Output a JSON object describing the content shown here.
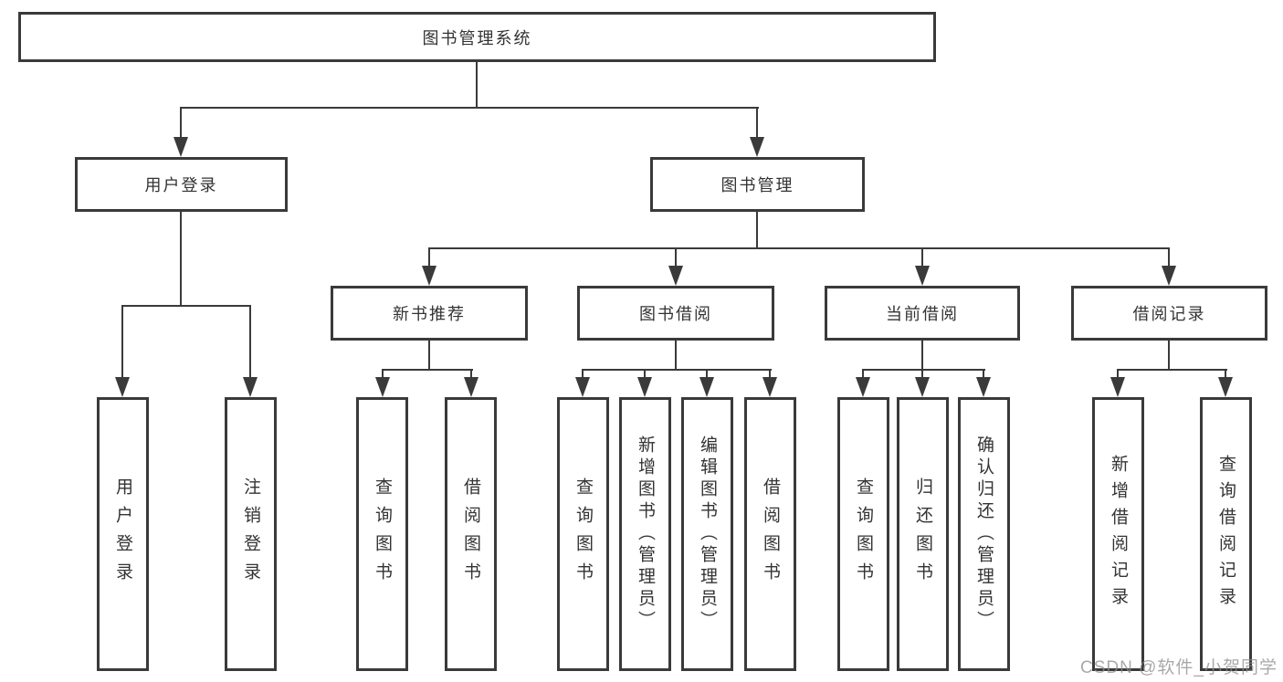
{
  "diagram": {
    "title": "图书管理系统",
    "hierarchy": {
      "图书管理系统": {
        "用户登录": [
          "用户登录",
          "注销登录"
        ],
        "图书管理": {
          "新书推荐": [
            "查询图书",
            "借阅图书"
          ],
          "图书借阅": [
            "查询图书",
            "新增图书（管理员）",
            "编辑图书（管理员）",
            "借阅图书"
          ],
          "当前借阅": [
            "查询图书",
            "归还图书",
            "确认归还（管理员）"
          ],
          "借阅记录": [
            "新增借阅记录",
            "查询借阅记录"
          ]
        }
      }
    }
  },
  "nodes": {
    "root": {
      "label": "图书管理系统"
    },
    "user_login": {
      "label": "用户登录"
    },
    "book_mgmt": {
      "label": "图书管理"
    },
    "new_book_rec": {
      "label": "新书推荐"
    },
    "book_borrow": {
      "label": "图书借阅"
    },
    "current_borrow": {
      "label": "当前借阅"
    },
    "borrow_records": {
      "label": "借阅记录"
    },
    "leaf_user_login": {
      "label": "用户登录"
    },
    "leaf_logout": {
      "label": "注销登录"
    },
    "leaf_query_books_a": {
      "label": "查询图书"
    },
    "leaf_borrow_books_a": {
      "label": "借阅图书"
    },
    "leaf_query_books_b": {
      "label": "查询图书"
    },
    "leaf_add_book_admin": {
      "label": "新增图书（管理员）"
    },
    "leaf_edit_book_admin": {
      "label": "编辑图书（管理员）"
    },
    "leaf_borrow_books_b": {
      "label": "借阅图书"
    },
    "leaf_query_books_c": {
      "label": "查询图书"
    },
    "leaf_return_book": {
      "label": "归还图书"
    },
    "leaf_confirm_return_admin": {
      "label": "确认归还（管理员）"
    },
    "leaf_add_borrow_record": {
      "label": "新增借阅记录"
    },
    "leaf_query_borrow_record": {
      "label": "查询借阅记录"
    }
  },
  "watermark": {
    "text": "CSDN @软件_小贺同学"
  },
  "colors": {
    "line": "#3a3a3a",
    "text": "#333333",
    "background": "#ffffff",
    "watermark": "#8c8c8c"
  }
}
